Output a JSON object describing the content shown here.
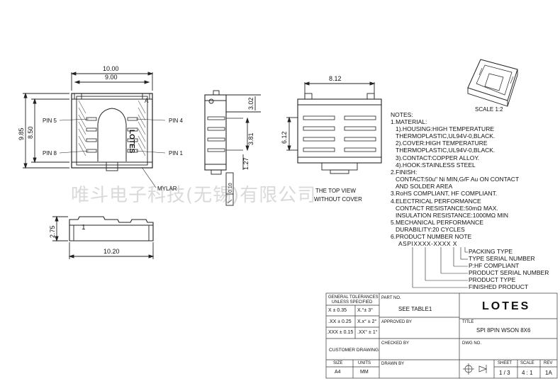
{
  "views": {
    "top": {
      "dim_outer_width": "10.00",
      "dim_inner_width": "9.00",
      "dim_height_outer": "9.85",
      "dim_height_inner": "8.50",
      "pin5": "PIN 5",
      "pin8": "PIN 8",
      "pin4": "PIN 4",
      "pin1": "PIN 1",
      "mylar": "MYLAR",
      "pin_a": "A",
      "brand_mark": "LOTES"
    },
    "side": {
      "dim_pitch": "3.02",
      "dim_span": "3.81",
      "dim_bottom": "1.27",
      "flatness": "0.10"
    },
    "bottom": {
      "dim_width": "8.12",
      "dim_height": "6.12",
      "caption_line1": "THE TOP VIEW",
      "caption_line2": "WITHOUT COVER"
    },
    "front": {
      "dim_height": "2.75",
      "dim_width": "10.20",
      "pin_number": "1"
    },
    "iso": {
      "scale": "SCALE 1:2"
    }
  },
  "notes": {
    "heading": "NOTES:",
    "lines": [
      "1.MATERIAL:",
      "  1).HOUSING:HIGH TEMPERATURE",
      "     THERMOPLASTIC,UL94V-0,BLACK.",
      "  2).COVER:HIGH TEMPERATURE",
      "     THERMOPLASTIC,UL94V-0,BLACK.",
      "  3).CONTACT:COPPER ALLOY.",
      "  4).HOOK:STAINLESS STEEL",
      "2.FINISH:",
      "  CONTACT:50u\" Ni MIN,G/F Au ON CONTACT",
      "  AND SOLDER AREA",
      "3.RoHS COMPLIANT, HF COMPLIANT.",
      "4.ELECTRICAL PERFORMANCE",
      "  CONTACT RESISTANCE:50mΩ MAX.",
      "  INSULATION RESISTANCE:1000MΩ MIN",
      "5.MECHANICAL PERFORMANCE",
      "  DURABILITY:20 CYCLES",
      "6.PRODUCT NUMBER NOTE"
    ],
    "part_code": "ASPIXXXX-XXXX X",
    "legend": [
      "PACKING TYPE",
      "TYPE SERIAL NUMBER",
      "P:HF COMPLIANT",
      "PRODUCT SERIAL NUMBER",
      "PRODUCT TYPE",
      "FINISHED PRODUCT"
    ]
  },
  "title_block": {
    "tol_header_1": "GENERAL TOLERANCES",
    "tol_header_2": "UNLESS SPECIFIED",
    "tol_rows": [
      {
        "lin": "X ± 0.35",
        "ang": "X.°± 3°"
      },
      {
        "lin": ".XX ± 0.25",
        "ang": "X.x° ± 2°"
      },
      {
        "lin": ".XXX ± 0.15",
        "ang": ".XX° ± 1°"
      }
    ],
    "customer_drawing": "CUSTOMER DRAWING",
    "size_label": "SIZE",
    "size_value": "A4",
    "units_label": "UNITS",
    "units_value": "MM",
    "part_no_label": "PART NO.",
    "part_no_value": "SEE TABLE1",
    "approved_by": "APPROVED BY",
    "checked_by": "CHECKED BY",
    "drawn_by": "DRAWN BY",
    "company": "LOTES",
    "title_label": "TITLE",
    "title_value": "SPI 8PIN WSON 8X6",
    "dwg_no_label": "DWG NO.",
    "sheet_label": "SHEET",
    "sheet_value": "1 / 3",
    "scale_label": "SCALE",
    "scale_value": "4 : 1",
    "rev_label": "REV",
    "rev_value": "1A"
  },
  "watermark": "唯斗电子科技(无锡)有限公司"
}
